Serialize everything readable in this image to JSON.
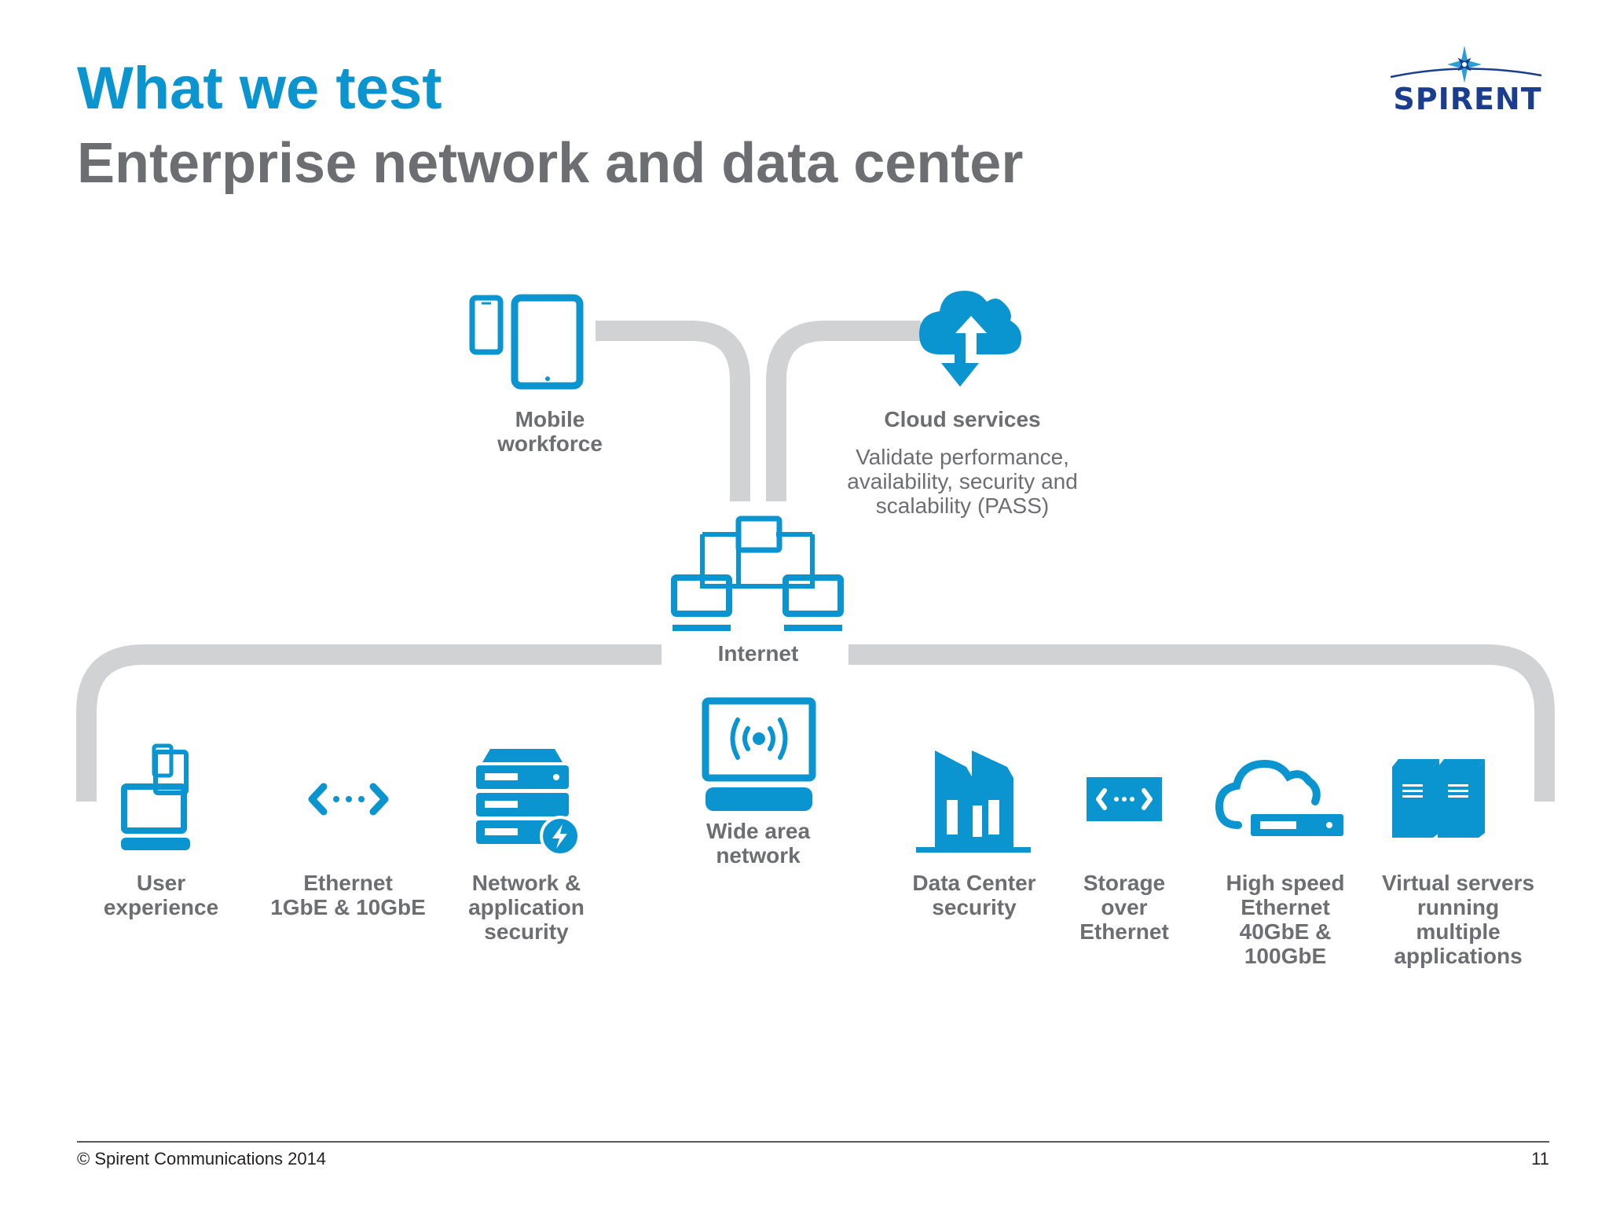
{
  "slide": {
    "title": "What we test",
    "subtitle": "Enterprise network and data center",
    "logo_text": "SPIRENT"
  },
  "colors": {
    "accent": "#0a95d0",
    "title_gray": "#6d6e71",
    "connector": "#d1d2d4",
    "logo": "#1b3d8f"
  },
  "top_nodes": {
    "mobile": {
      "icon": "mobile-devices-icon",
      "label": [
        "Mobile",
        "workforce"
      ]
    },
    "cloud": {
      "icon": "cloud-upload-download-icon",
      "label": "Cloud services",
      "description": [
        "Validate performance,",
        "availability, security and",
        "scalability (PASS)"
      ]
    },
    "internet": {
      "icon": "network-computers-icon",
      "label": "Internet"
    },
    "wan": {
      "icon": "wireless-laptop-icon",
      "label": [
        "Wide area",
        "network"
      ]
    }
  },
  "bottom_nodes": [
    {
      "icon": "user-devices-icon",
      "label": [
        "User",
        "experience"
      ]
    },
    {
      "icon": "ethernet-arrows-icon",
      "label": [
        "Ethernet",
        "1GbE & 10GbE"
      ]
    },
    {
      "icon": "security-server-icon",
      "label": [
        "Network &",
        "application",
        "security"
      ]
    },
    {
      "icon": "data-center-buildings-icon",
      "label": [
        "Data Center",
        "security"
      ]
    },
    {
      "icon": "storage-ethernet-icon",
      "label": [
        "Storage",
        "over",
        "Ethernet"
      ]
    },
    {
      "icon": "cloud-network-icon",
      "label": [
        "High speed",
        "Ethernet",
        "40GbE &",
        "100GbE"
      ]
    },
    {
      "icon": "virtual-servers-icon",
      "label": [
        "Virtual servers",
        "running",
        "multiple",
        "applications"
      ]
    }
  ],
  "footer": {
    "copyright": "© Spirent Communications 2014",
    "page_number": "11"
  }
}
